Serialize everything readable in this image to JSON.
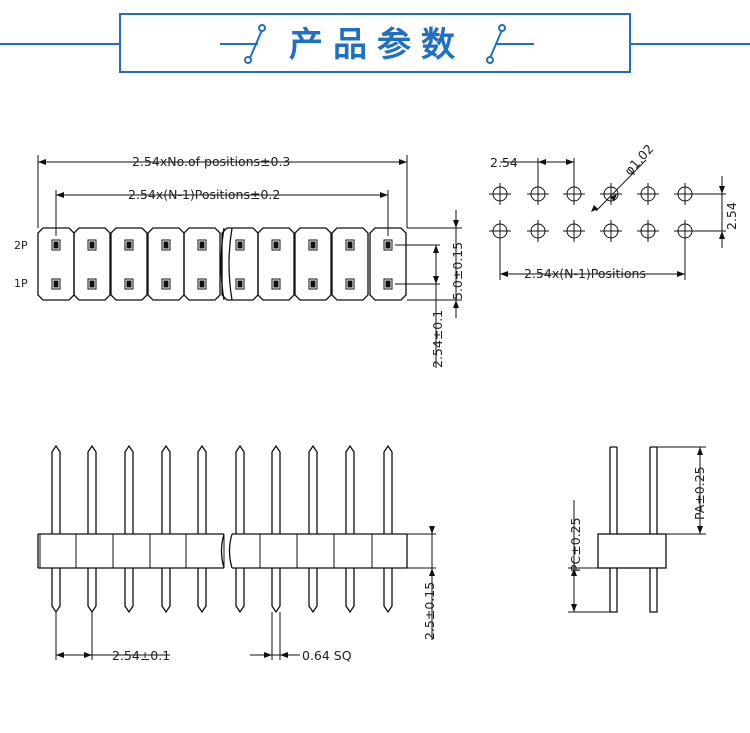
{
  "title": "产品参数",
  "colors": {
    "accent": "#1f6fc4",
    "line": "#111111"
  },
  "top_view": {
    "total_length": "2.54xNo.of  positions±0.3",
    "pitch_span": "2.54x(N-1)Positions±0.2",
    "row_label_top": "2P",
    "row_label_bottom": "1P",
    "height": "5.0±0.15",
    "row_pitch": "2.54±0.1"
  },
  "pcb_layout": {
    "pitch_x": "2.54",
    "hole_dia": "φ1.02",
    "pitch_y": "2.54",
    "span": "2.54x(N-1)Positions"
  },
  "side_view": {
    "pitch": "2.54±0.1",
    "pin_size": "0.64  SQ",
    "body_height": "2.5±0.15"
  },
  "end_view": {
    "pa": "PA±0.25",
    "pc": "PC±0.25"
  }
}
